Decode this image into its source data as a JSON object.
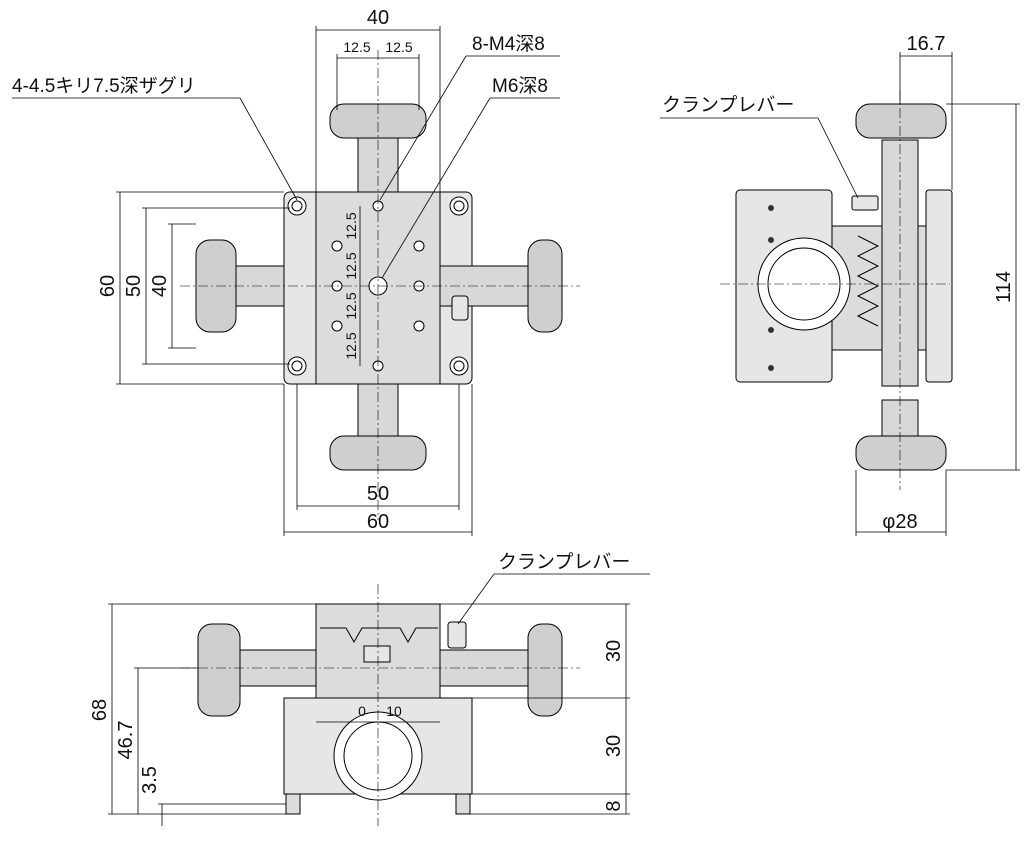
{
  "top_view": {
    "dims": {
      "width_40": "40",
      "pitch_a": "12.5",
      "pitch_b": "12.5",
      "height_60": "60",
      "height_50": "50",
      "height_40": "40",
      "vpitch_1": "12.5",
      "vpitch_2": "12.5",
      "vpitch_3": "12.5",
      "vpitch_4": "12.5",
      "bottom_50": "50",
      "bottom_60": "60"
    },
    "notes": {
      "counterbore": "4-4.5キリ7.5深ザグリ",
      "m4_holes": "8-M4深8",
      "m6_hole": "M6深8"
    }
  },
  "side_view": {
    "dims": {
      "offset": "16.7",
      "overall": "114",
      "diameter": "φ28"
    },
    "clamp_label": "クランプレバー"
  },
  "front_view": {
    "dims": {
      "overall": "68",
      "center": "46.7",
      "base": "3.5",
      "upper": "30",
      "lower": "30",
      "foot": "8"
    },
    "clamp_label": "クランプレバー",
    "scale": {
      "zero": "0",
      "ten": "10"
    }
  }
}
